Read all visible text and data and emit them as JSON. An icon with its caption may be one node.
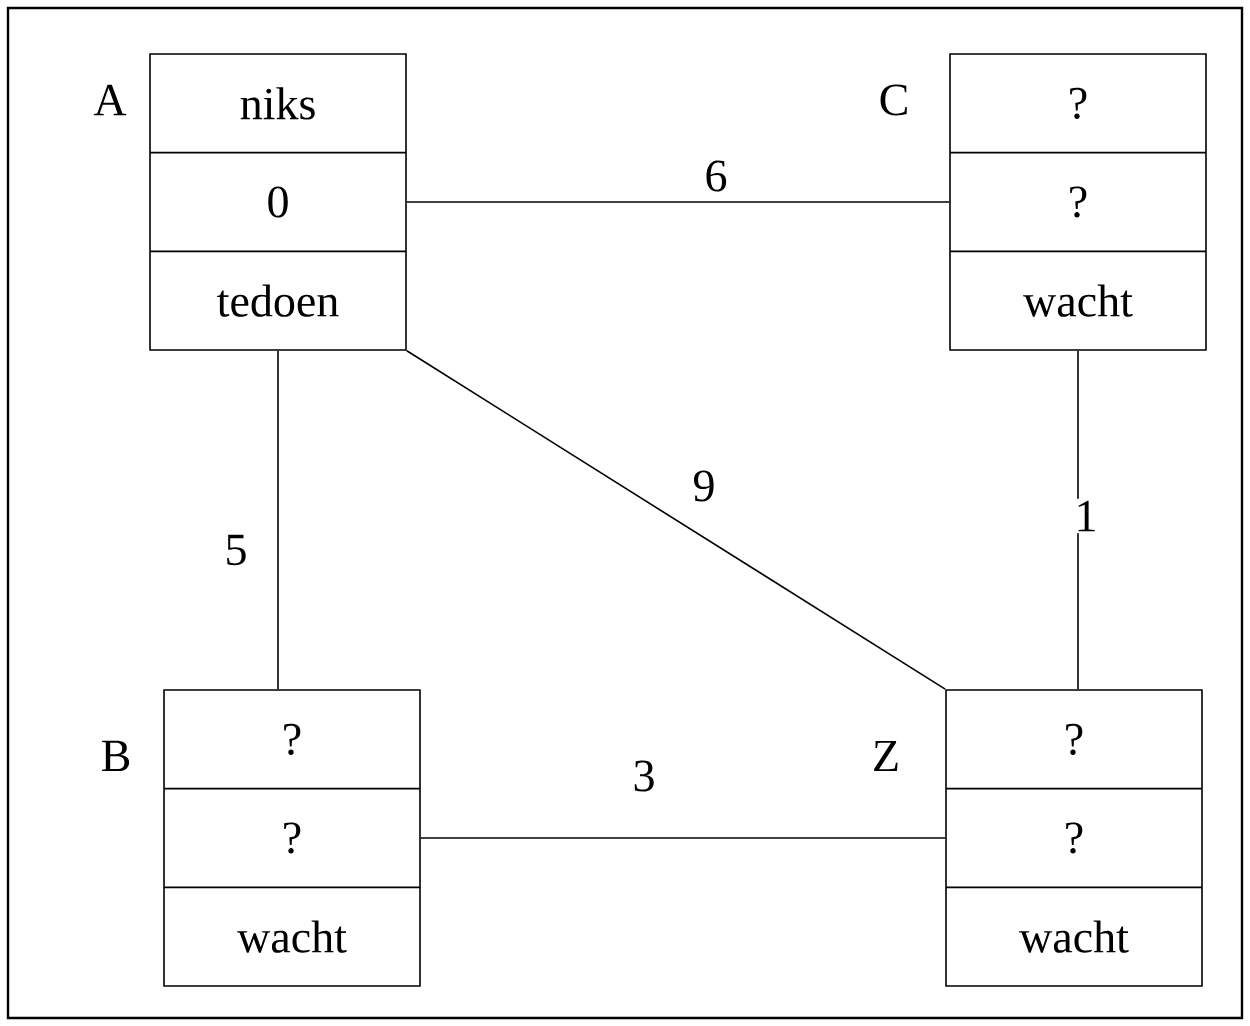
{
  "diagram": {
    "nodes": [
      {
        "text": [
          "A",
          "niks",
          "0",
          "tedoen"
        ]
      },
      {
        "text": [
          "C",
          "?",
          "?",
          "wacht"
        ]
      },
      {
        "text": [
          "B",
          "?",
          "?",
          "wacht"
        ]
      },
      {
        "text": [
          "Z",
          "?",
          "?",
          "wacht"
        ]
      }
    ],
    "edges": [
      {
        "from": 0,
        "to": 1,
        "arrow": "none",
        "label": "6"
      },
      {
        "from": 0,
        "to": 2,
        "arrow": "none",
        "label": "5"
      },
      {
        "from": 0,
        "to": 3,
        "arrow": "none",
        "label": "9"
      },
      {
        "from": 1,
        "to": 3,
        "arrow": "none",
        "label": "1"
      },
      {
        "from": 2,
        "to": 3,
        "arrow": "none",
        "label": "3"
      }
    ]
  }
}
